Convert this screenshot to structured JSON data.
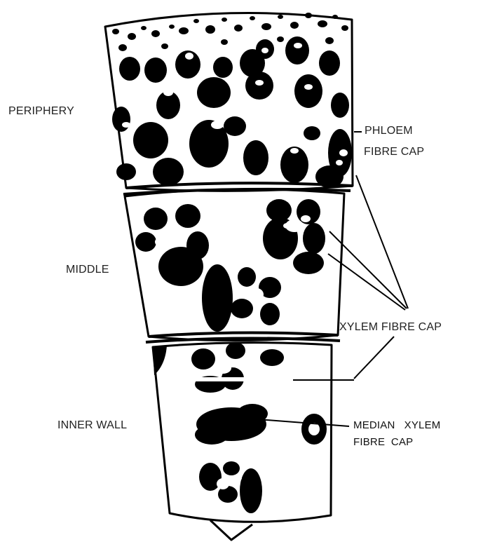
{
  "diagram": {
    "regions": {
      "periphery": "PERIPHERY",
      "middle": "MIDDLE",
      "inner_wall": "INNER WALL"
    },
    "annotations": {
      "phloem_line1": "PHLOEM",
      "phloem_line2": "FIBRE CAP",
      "xylem": "XYLEM FIBRE CAP",
      "median_line1": "MEDIAN   XYLEM",
      "median_line2": "FIBRE  CAP"
    },
    "colors": {
      "ink": "#000000",
      "paper": "#ffffff",
      "label": "#222222"
    }
  }
}
